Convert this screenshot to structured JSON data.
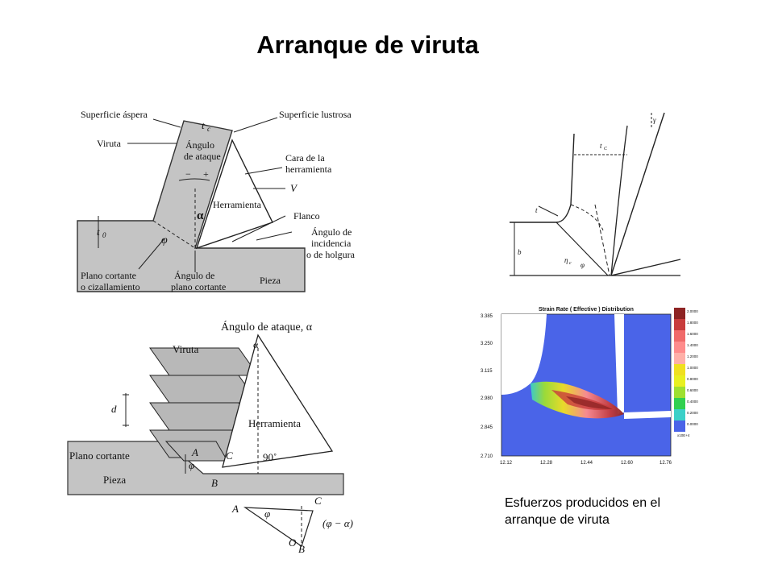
{
  "title": "Arranque de viruta",
  "fig1": {
    "superficie_aspera": "Superficie áspera",
    "superficie_lustrosa": "Superficie lustrosa",
    "tc": "t",
    "tc_sub": "c",
    "viruta": "Viruta",
    "angulo_ataque_1": "Ángulo",
    "angulo_ataque_2": "de ataque",
    "minus": "−",
    "plus": "+",
    "cara_1": "Cara de la",
    "cara_2": "herramienta",
    "v": "V",
    "herramienta": "Herramienta",
    "alpha": "α",
    "flanco": "Flanco",
    "incidencia_1": "Ángulo de",
    "incidencia_2": "incidencia",
    "incidencia_3": "o de holgura",
    "t0": "t",
    "t0_sub": "0",
    "phi": "φ",
    "plano_1": "Plano cortante",
    "plano_2": "o cizallamiento",
    "angplano_1": "Ángulo de",
    "angplano_2": "plano cortante",
    "pieza": "Pieza"
  },
  "fig2": {
    "angulo_ataque": "Ángulo de ataque, α",
    "alpha": "α",
    "viruta": "Viruta",
    "d": "d",
    "herramienta": "Herramienta",
    "plano": "Plano cortante",
    "a": "A",
    "c": "C",
    "ninety": "90˚",
    "phi": "φ",
    "pieza": "Pieza",
    "b": "B",
    "tri_a": "A",
    "tri_c": "C",
    "tri_phi": "φ",
    "tri_phi_alpha": "(φ − α)",
    "tri_o": "O",
    "tri_b": "B"
  },
  "fig3": {
    "tc": "t",
    "tc_sub": "C",
    "gamma": "γ",
    "b": "b",
    "phi": "φ",
    "t": "t",
    "eta": "η",
    "eta_sub": "c"
  },
  "heatmap": {
    "title": "Strain Rate ( Effective ) Distribution",
    "y_ticks": [
      "3.385",
      "3.250",
      "3.115",
      "2.980",
      "2.845",
      "2.710"
    ],
    "x_ticks": [
      "12.12",
      "12.28",
      "12.44",
      "12.60",
      "12.76"
    ],
    "legend_values": [
      "2.0000",
      "1.8000",
      "1.6000",
      "1.4000",
      "1.2000",
      "1.0000",
      "0.8000",
      "0.6000",
      "0.4000",
      "0.2000",
      "0.0000"
    ],
    "legend_unit": "x10E+4",
    "colors": [
      "#8e2424",
      "#c83c3c",
      "#f06a6a",
      "#ff8c8c",
      "#ffb0a8",
      "#f0e020",
      "#e8f020",
      "#9ee030",
      "#30d050",
      "#3ad0c8",
      "#4a64e8"
    ]
  },
  "caption": "Esfuerzos producidos en el arranque de viruta"
}
